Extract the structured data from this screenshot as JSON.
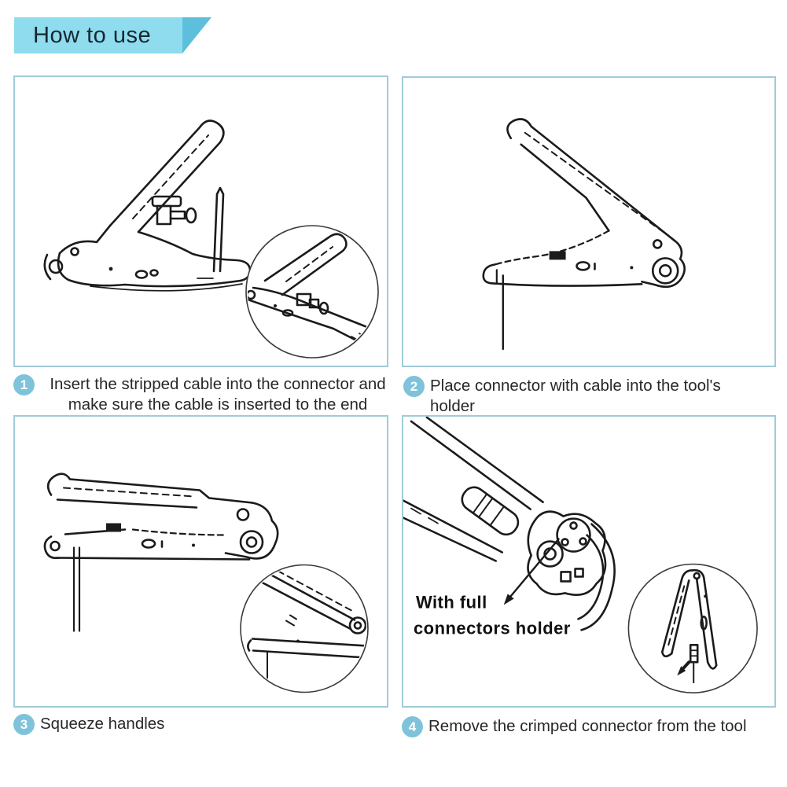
{
  "header": {
    "title": "How to use",
    "banner_color": "#8edcee",
    "fold_color": "#5dbfdb",
    "text_color": "#17262f"
  },
  "steps": [
    {
      "number": "1",
      "text": "Insert the stripped cable into the connector and make sure the cable is inserted to the end"
    },
    {
      "number": "2",
      "text": "Place connector with cable into the tool's holder"
    },
    {
      "number": "3",
      "text": "Squeeze handles"
    },
    {
      "number": "4",
      "text": "Remove the crimped connector from the tool"
    }
  ],
  "panels": [
    {
      "alt": "crimping tool open with connector and pin, magnified inset of connector seated in tool"
    },
    {
      "alt": "crimping tool with cable hanging from holder"
    },
    {
      "alt": "crimping tool with handles squeezed flat, magnified inset"
    },
    {
      "alt": "close-up of tool head with connector holder, inset of connector released from tool"
    }
  ],
  "panel4_annotation": {
    "line1": "With full",
    "line2": "connectors holder"
  },
  "colors": {
    "panel_border": "#a0cbd9",
    "step_circle": "#7fc3da",
    "step_number": "#ffffff",
    "drawing_stroke": "#1b1b1b",
    "body_text": "#282828"
  }
}
